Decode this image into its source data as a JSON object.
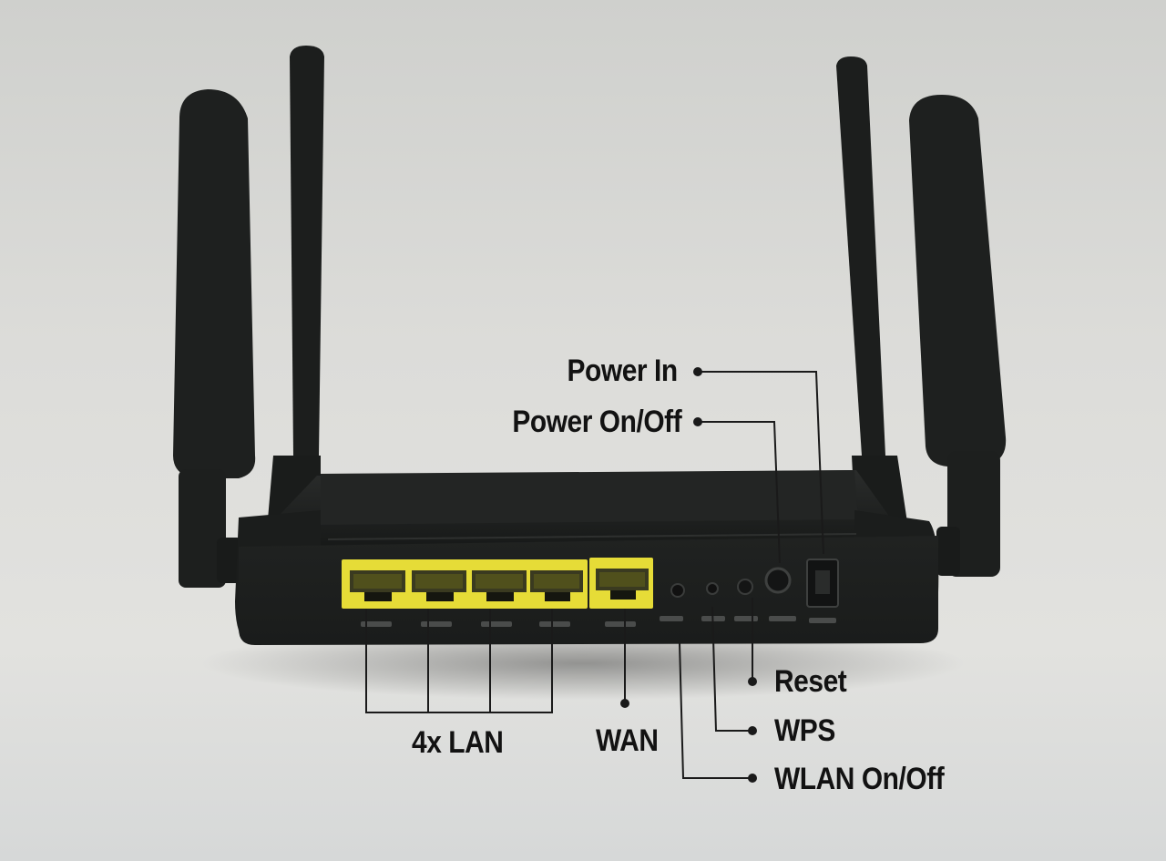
{
  "labels": {
    "power_in": "Power In",
    "power_onoff": "Power On/Off",
    "reset": "Reset",
    "wps": "WPS",
    "wlan_onoff": "WLAN On/Off",
    "lan": "4x LAN",
    "wan": "WAN"
  },
  "colors": {
    "background": "#dcdcd9",
    "device_body": "#1c1e1d",
    "port_housing": "#e8dc3a",
    "callout_line": "#1a1a1a"
  },
  "icons": [
    "antenna-icon",
    "ethernet-port-icon",
    "button-icon"
  ]
}
